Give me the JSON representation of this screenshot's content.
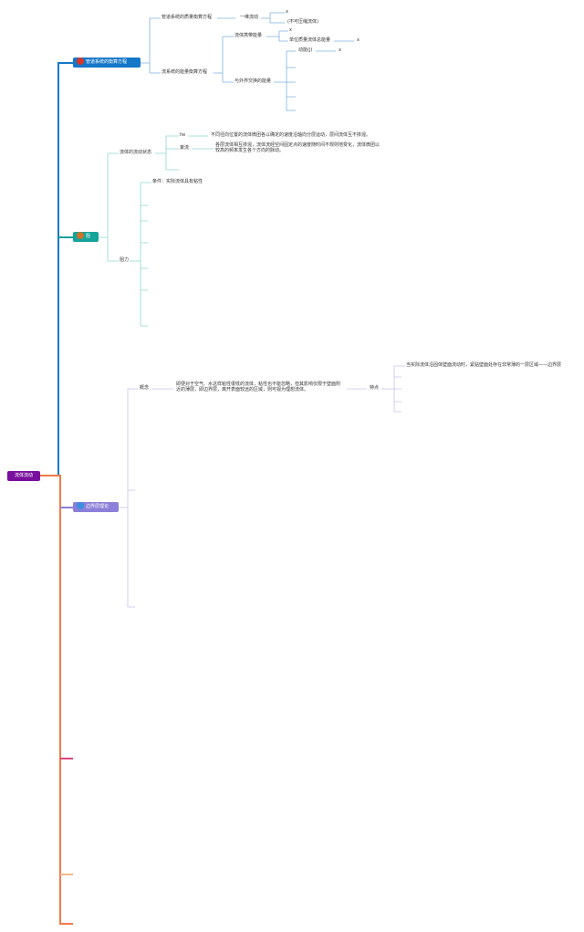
{
  "root": {
    "label": "流体流动"
  },
  "branch1": {
    "label": "管道系统的衡算方程",
    "color": "#1477c8",
    "icon": "red-circle-icon",
    "mass_balance": {
      "label": "管道系统的质量衡算方程",
      "steady_flow": "一维流动",
      "x_mark": "x",
      "incompressible": "(不可压缩流体)"
    },
    "energy_balance": {
      "label": "流系统的能量衡算方程",
      "fluid_energy": "流体携带能量",
      "fluid_energy_x": "x",
      "unit_mass_energy": "单位质量流体总能量",
      "unit_mass_energy_x": "x",
      "exchange_energy": "与外界交换的能量",
      "kinetic": "动能(J)",
      "kinetic_x": "x"
    }
  },
  "branch2": {
    "label": "阻",
    "color": "#15a39a",
    "icon": "orange-circle-icon",
    "flow_state": {
      "label": "流体的流动状态",
      "laminar": "he",
      "laminar_desc": "不同径向位置的流体微团各以确定的速度沿轴向分层运动，层间流体互不掺混。",
      "turbulent": "紊流",
      "turbulent_desc": "各层流体相互掺混，流体流经空间固定点的速度随时间不规则地变化，流体微团以较高的频率发生各个方向的脉动。"
    },
    "resistance": {
      "label": "阻力",
      "condition": "条件：实际流体具有粘性"
    }
  },
  "branch3": {
    "label": "边界层理论",
    "color": "#8b7fd9",
    "icon": "blue-circle-icon",
    "concept": {
      "label": "概念",
      "desc": "即便对于空气、水这样粘性很低的流体，粘性也不能忽略，但其影响仅限于壁面附近的薄层，即边界层，离开表面较远的区域，则可视为理想流体。",
      "feature_label": "特点",
      "feature_desc": "当实际流体沿固体壁面流动时，紧贴壁面处存在非常薄的一层区域——边界层"
    }
  },
  "colors": {
    "root": "#7a0f9e",
    "trunk_blue": "#1477c8",
    "trunk_orange": "#f07a4a",
    "teal_line": "#15a39a",
    "light_teal": "#8fd8d0",
    "light_blue": "#7fb4e0",
    "lavender": "#c9c2ee",
    "pink": "#e0457b",
    "peach": "#f5b88a"
  }
}
